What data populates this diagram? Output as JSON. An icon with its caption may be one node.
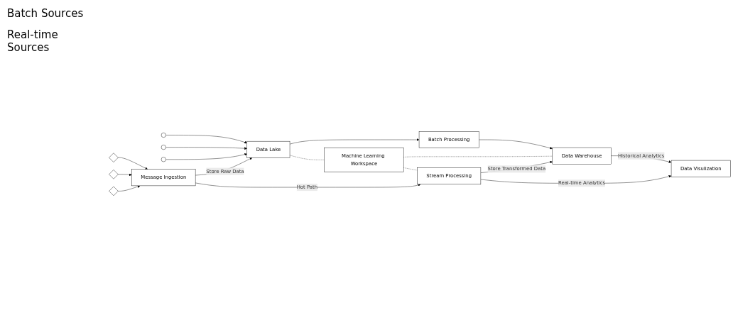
{
  "diagram": {
    "nodes": [
      {
        "text": [],
        "shape": "circle"
      },
      {
        "text": [],
        "shape": "circle"
      },
      {
        "text": [],
        "shape": "circle"
      },
      {
        "text": [
          "Data Lake"
        ]
      },
      {
        "text": [
          "Batch Processing"
        ]
      },
      {
        "text": [
          "Data Warehouse"
        ]
      },
      {
        "text": [
          "Data Visulization"
        ]
      },
      {
        "text": [
          "Machine Learning Workspace"
        ]
      },
      {
        "text": [],
        "shape": "diamond"
      },
      {
        "text": [],
        "shape": "diamond"
      },
      {
        "text": [],
        "shape": "diamond"
      },
      {
        "text": [
          "Message Ingestion"
        ]
      },
      {
        "text": [
          "Stream Processing"
        ]
      }
    ],
    "edges": [
      {
        "from": 0,
        "to": 3,
        "arrow": "to"
      },
      {
        "from": 1,
        "to": 3,
        "arrow": "to"
      },
      {
        "from": 2,
        "to": 3,
        "arrow": "to"
      },
      {
        "from": 3,
        "to": 4,
        "arrow": "to"
      },
      {
        "from": 4,
        "to": 5,
        "arrow": "to"
      },
      {
        "from": 5,
        "to": 6,
        "arrow": "to",
        "label": "Historical Analytics"
      },
      {
        "from": 3,
        "to": 7,
        "arrow": "none",
        "style": "dashed"
      },
      {
        "from": 7,
        "to": 5,
        "arrow": "none",
        "style": "dashed"
      },
      {
        "from": 7,
        "to": 12,
        "arrow": "none",
        "style": "dashed"
      },
      {
        "from": 8,
        "to": 11,
        "arrow": "to"
      },
      {
        "from": 9,
        "to": 11,
        "arrow": "to"
      },
      {
        "from": 10,
        "to": 11,
        "arrow": "to"
      },
      {
        "from": 11,
        "to": 3,
        "arrow": "to",
        "label": "Store Raw Data"
      },
      {
        "from": 11,
        "to": 12,
        "arrow": "to",
        "label": "Hot Path"
      },
      {
        "from": 12,
        "to": 5,
        "arrow": "to",
        "label": "Store Transformed Data"
      },
      {
        "from": 12,
        "to": 6,
        "arrow": "to",
        "label": "Real-time Analytics"
      }
    ],
    "labels": [
      "Batch Sources",
      "Real-time Sources"
    ]
  }
}
